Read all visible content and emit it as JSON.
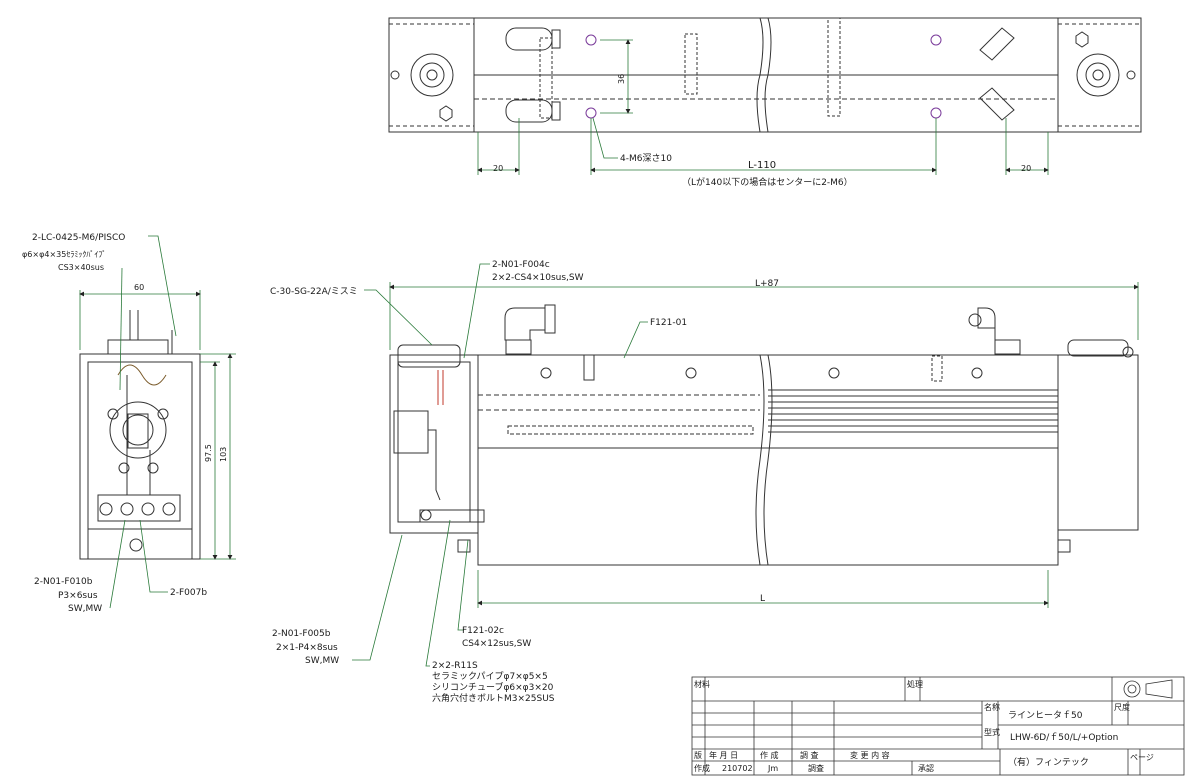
{
  "top_view": {
    "dim_left": "20",
    "dim_right": "20",
    "dim_vertical": "36",
    "holes_note": "4-M6深さ10",
    "length_label": "L-110",
    "length_note": "（Lが140以下の場合はセンターに2-M6）"
  },
  "side_view": {
    "width_label": "60",
    "height_inner": "97.5",
    "height_outer": "103",
    "callout_connector_top": "2-LC-0425-M6/PISCO",
    "callout_pipe_1": "φ6×φ4×35ｾﾗﾐｯｸﾊﾟｲﾌﾟ",
    "callout_pipe_2": "CS3×40sus",
    "callout_terminal_1": "2-N01-F010b",
    "callout_terminal_2": "P3×6sus",
    "callout_terminal_3": "SW,MW",
    "callout_f007": "2-F007b"
  },
  "front_view": {
    "length_total": "L+87",
    "length_body": "L",
    "callout_c30": "C-30-SG-22A/ミスミ",
    "callout_f004_1": "2-N01-F004c",
    "callout_f004_2": "2×2-CS4×10sus,SW",
    "callout_f121_01": "F121-01",
    "callout_f121_02_1": "F121-02c",
    "callout_f121_02_2": "CS4×12sus,SW",
    "callout_f005_1": "2-N01-F005b",
    "callout_f005_2": "2×1-P4×8sus",
    "callout_f005_3": "SW,MW",
    "callout_r11s_1": "2×2-R11S",
    "callout_r11s_2": "セラミックパイプφ7×φ5×5",
    "callout_r11s_3": "シリコンチューブφ6×φ3×20",
    "callout_r11s_4": "六角穴付きボルトM3×25SUS"
  },
  "title_block": {
    "label_material": "材料",
    "label_process": "処理",
    "label_name": "名称",
    "label_model": "型式",
    "label_scale": "尺度",
    "product_name": "ラインヒータｆ50",
    "model_number": "LHW-6D/ｆ50/L/+Option",
    "company": "（有）フィンテック",
    "label_page": "ページ",
    "rev_headers": [
      "版",
      "年 月 日",
      "作 成",
      "調 査",
      "変 更 内 容"
    ],
    "label_create": "作成",
    "create_date": "210702",
    "create_by": "Jm",
    "label_check": "調査",
    "label_approve": "承認"
  }
}
